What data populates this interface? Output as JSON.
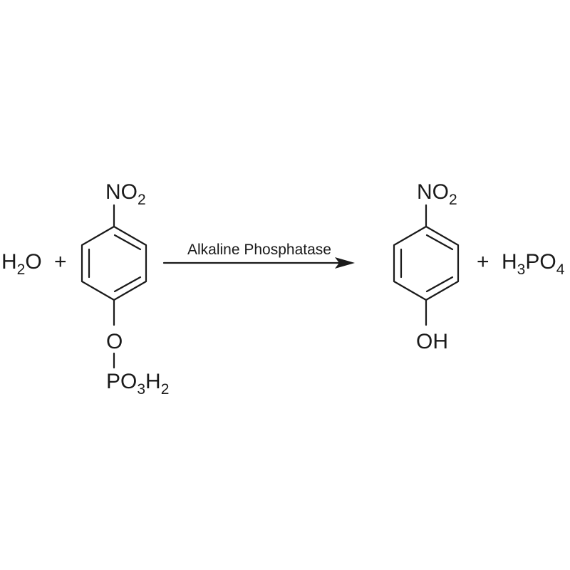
{
  "reaction": {
    "reactant_water": {
      "parts": [
        "H",
        "2",
        "O"
      ]
    },
    "plus_1": "+",
    "substrate": {
      "top_group": {
        "parts": [
          "NO",
          "2"
        ]
      },
      "linker": "O",
      "bottom_group": {
        "parts": [
          "PO",
          "3",
          "H",
          "2"
        ]
      }
    },
    "arrow_label": "Alkaline Phosphatase",
    "product": {
      "top_group": {
        "parts": [
          "NO",
          "2"
        ]
      },
      "bottom_group": "OH"
    },
    "plus_2": "+",
    "product_acid": {
      "parts": [
        "H",
        "3",
        "PO",
        "4"
      ]
    }
  }
}
